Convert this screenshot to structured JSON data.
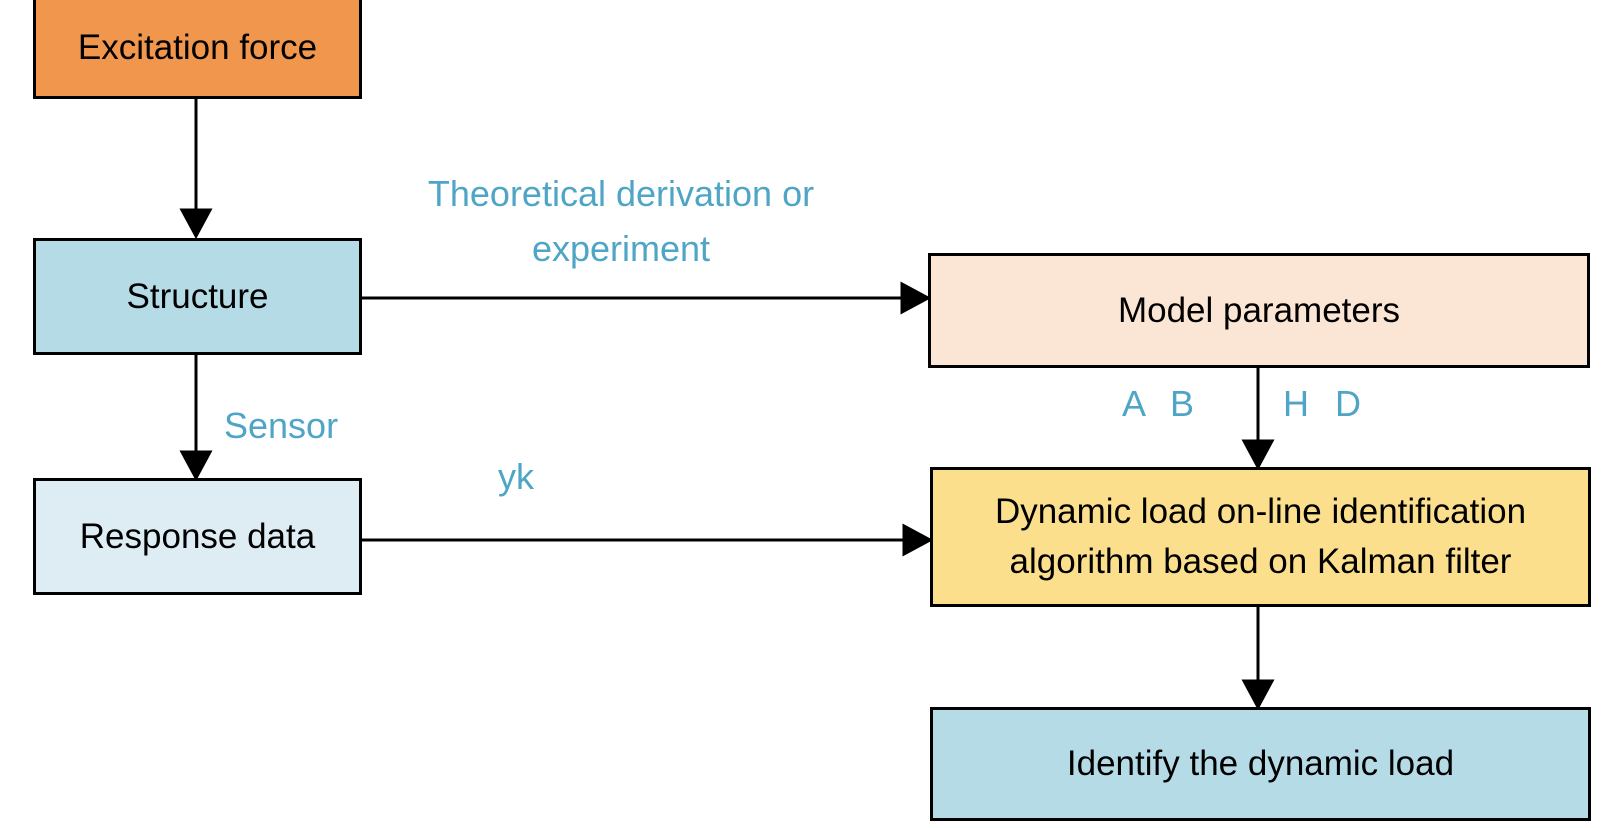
{
  "diagram": {
    "title": "Dynamic load identification flowchart",
    "nodes": {
      "excitation_force": {
        "label": "Excitation force",
        "fill": "#F0964D"
      },
      "structure": {
        "label": "Structure",
        "fill": "#B5DBE7"
      },
      "model_parameters": {
        "label": "Model parameters",
        "fill": "#FBE6D5"
      },
      "response_data": {
        "label": "Response data",
        "fill": "#DDEDF3"
      },
      "kalman_algorithm": {
        "label": "Dynamic load on-line identification algorithm based on Kalman filter",
        "fill": "#FBDF8D"
      },
      "identify_load": {
        "label": "Identify the dynamic load",
        "fill": "#B5DBE7"
      }
    },
    "edge_labels": {
      "theoretical": "Theoretical derivation or experiment",
      "sensor": "Sensor",
      "yk": "yk",
      "ab": "A B",
      "hd": "H D"
    },
    "edges": [
      {
        "from": "excitation_force",
        "to": "structure"
      },
      {
        "from": "structure",
        "to": "model_parameters",
        "label": "Theoretical derivation or experiment"
      },
      {
        "from": "structure",
        "to": "response_data",
        "label": "Sensor"
      },
      {
        "from": "model_parameters",
        "to": "kalman_algorithm",
        "label": "A B / H D"
      },
      {
        "from": "response_data",
        "to": "kalman_algorithm",
        "label": "yk"
      },
      {
        "from": "kalman_algorithm",
        "to": "identify_load"
      }
    ],
    "colors": {
      "edge_label_text": "#4FA5C5",
      "box_border": "#000000",
      "box_text": "#000000",
      "arrow": "#000000",
      "background": "#FFFFFF"
    }
  }
}
